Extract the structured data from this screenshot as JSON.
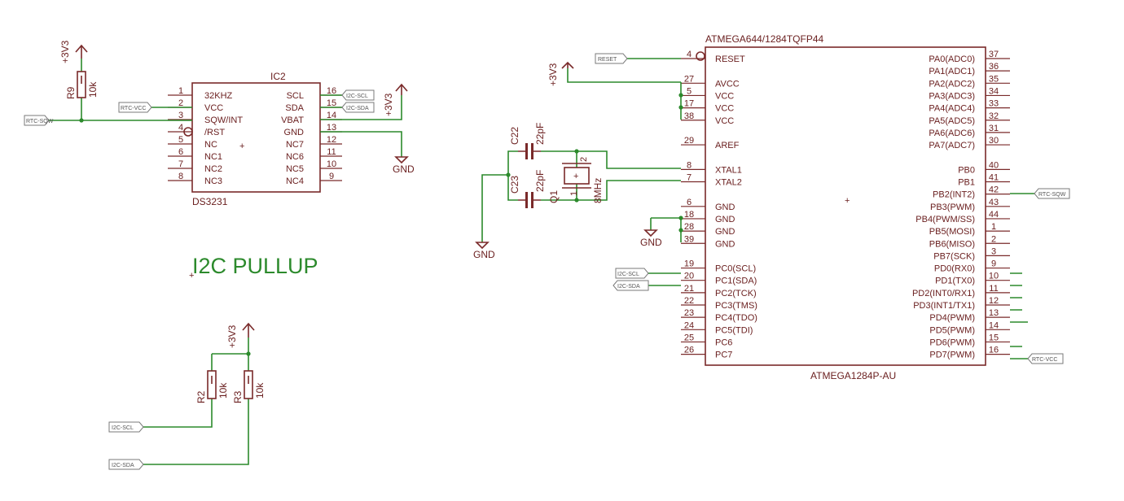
{
  "rtc": {
    "ref": "IC2",
    "value": "DS3231",
    "left_pins": [
      {
        "num": "1",
        "name": "32KHZ"
      },
      {
        "num": "2",
        "name": "VCC"
      },
      {
        "num": "3",
        "name": "SQW/INT"
      },
      {
        "num": "4",
        "name": "/RST"
      },
      {
        "num": "5",
        "name": "NC"
      },
      {
        "num": "6",
        "name": "NC1"
      },
      {
        "num": "7",
        "name": "NC2"
      },
      {
        "num": "8",
        "name": "NC3"
      }
    ],
    "right_pins": [
      {
        "num": "16",
        "name": "SCL"
      },
      {
        "num": "15",
        "name": "SDA"
      },
      {
        "num": "14",
        "name": "VBAT"
      },
      {
        "num": "13",
        "name": "GND"
      },
      {
        "num": "12",
        "name": "NC7"
      },
      {
        "num": "11",
        "name": "NC6"
      },
      {
        "num": "10",
        "name": "NC5"
      },
      {
        "num": "9",
        "name": "NC4"
      }
    ]
  },
  "mcu": {
    "top_label": "ATMEGA644/1284TQFP44",
    "bottom_label": "ATMEGA1284P-AU",
    "left_pins": [
      {
        "num": "4",
        "name": "RESET"
      },
      {
        "num": "27",
        "name": "AVCC"
      },
      {
        "num": "5",
        "name": "VCC"
      },
      {
        "num": "17",
        "name": "VCC"
      },
      {
        "num": "38",
        "name": "VCC"
      },
      {
        "num": "29",
        "name": "AREF"
      },
      {
        "num": "8",
        "name": "XTAL1"
      },
      {
        "num": "7",
        "name": "XTAL2"
      },
      {
        "num": "6",
        "name": "GND"
      },
      {
        "num": "18",
        "name": "GND"
      },
      {
        "num": "28",
        "name": "GND"
      },
      {
        "num": "39",
        "name": "GND"
      },
      {
        "num": "19",
        "name": "PC0(SCL)"
      },
      {
        "num": "20",
        "name": "PC1(SDA)"
      },
      {
        "num": "21",
        "name": "PC2(TCK)"
      },
      {
        "num": "22",
        "name": "PC3(TMS)"
      },
      {
        "num": "23",
        "name": "PC4(TDO)"
      },
      {
        "num": "24",
        "name": "PC5(TDI)"
      },
      {
        "num": "25",
        "name": "PC6"
      },
      {
        "num": "26",
        "name": "PC7"
      }
    ],
    "right_pins": [
      {
        "num": "37",
        "name": "PA0(ADC0)"
      },
      {
        "num": "36",
        "name": "PA1(ADC1)"
      },
      {
        "num": "35",
        "name": "PA2(ADC2)"
      },
      {
        "num": "34",
        "name": "PA3(ADC3)"
      },
      {
        "num": "33",
        "name": "PA4(ADC4)"
      },
      {
        "num": "32",
        "name": "PA5(ADC5)"
      },
      {
        "num": "31",
        "name": "PA6(ADC6)"
      },
      {
        "num": "30",
        "name": "PA7(ADC7)"
      },
      {
        "num": "40",
        "name": "PB0"
      },
      {
        "num": "41",
        "name": "PB1"
      },
      {
        "num": "42",
        "name": "PB2(INT2)"
      },
      {
        "num": "43",
        "name": "PB3(PWM)"
      },
      {
        "num": "44",
        "name": "PB4(PWM/SS)"
      },
      {
        "num": "1",
        "name": "PB5(MOSI)"
      },
      {
        "num": "2",
        "name": "PB6(MISO)"
      },
      {
        "num": "3",
        "name": "PB7(SCK)"
      },
      {
        "num": "9",
        "name": "PD0(RX0)"
      },
      {
        "num": "10",
        "name": "PD1(TX0)"
      },
      {
        "num": "11",
        "name": "PD2(INT0/RX1)"
      },
      {
        "num": "12",
        "name": "PD3(INT1/TX1)"
      },
      {
        "num": "13",
        "name": "PD4(PWM)"
      },
      {
        "num": "14",
        "name": "PD5(PWM)"
      },
      {
        "num": "15",
        "name": "PD6(PWM)"
      },
      {
        "num": "16",
        "name": "PD7(PWM)"
      }
    ]
  },
  "resistors": {
    "r9": {
      "ref": "R9",
      "value": "10k"
    },
    "r2": {
      "ref": "R2",
      "value": "10k"
    },
    "r3": {
      "ref": "R3",
      "value": "10k"
    }
  },
  "caps": {
    "c22": {
      "ref": "C22",
      "value": "22pF"
    },
    "c23": {
      "ref": "C23",
      "value": "22pF"
    }
  },
  "crystal": {
    "ref": "Q1",
    "value": "8MHz",
    "pin1": "1",
    "pin2": "2"
  },
  "supplies": {
    "v33": "+3V3",
    "gnd": "GND"
  },
  "net_labels": {
    "rtc_sqw": "RTC-SQW",
    "rtc_vcc": "RTC-VCC",
    "i2c_scl": "I2C-SCL",
    "i2c_sda": "I2C-SDA",
    "reset": "RESET"
  },
  "section_title": "I2C PULLUP",
  "colors": {
    "part": "#7a2a2a",
    "wire": "#2c8a2c",
    "flag": "#7a7a7a"
  }
}
